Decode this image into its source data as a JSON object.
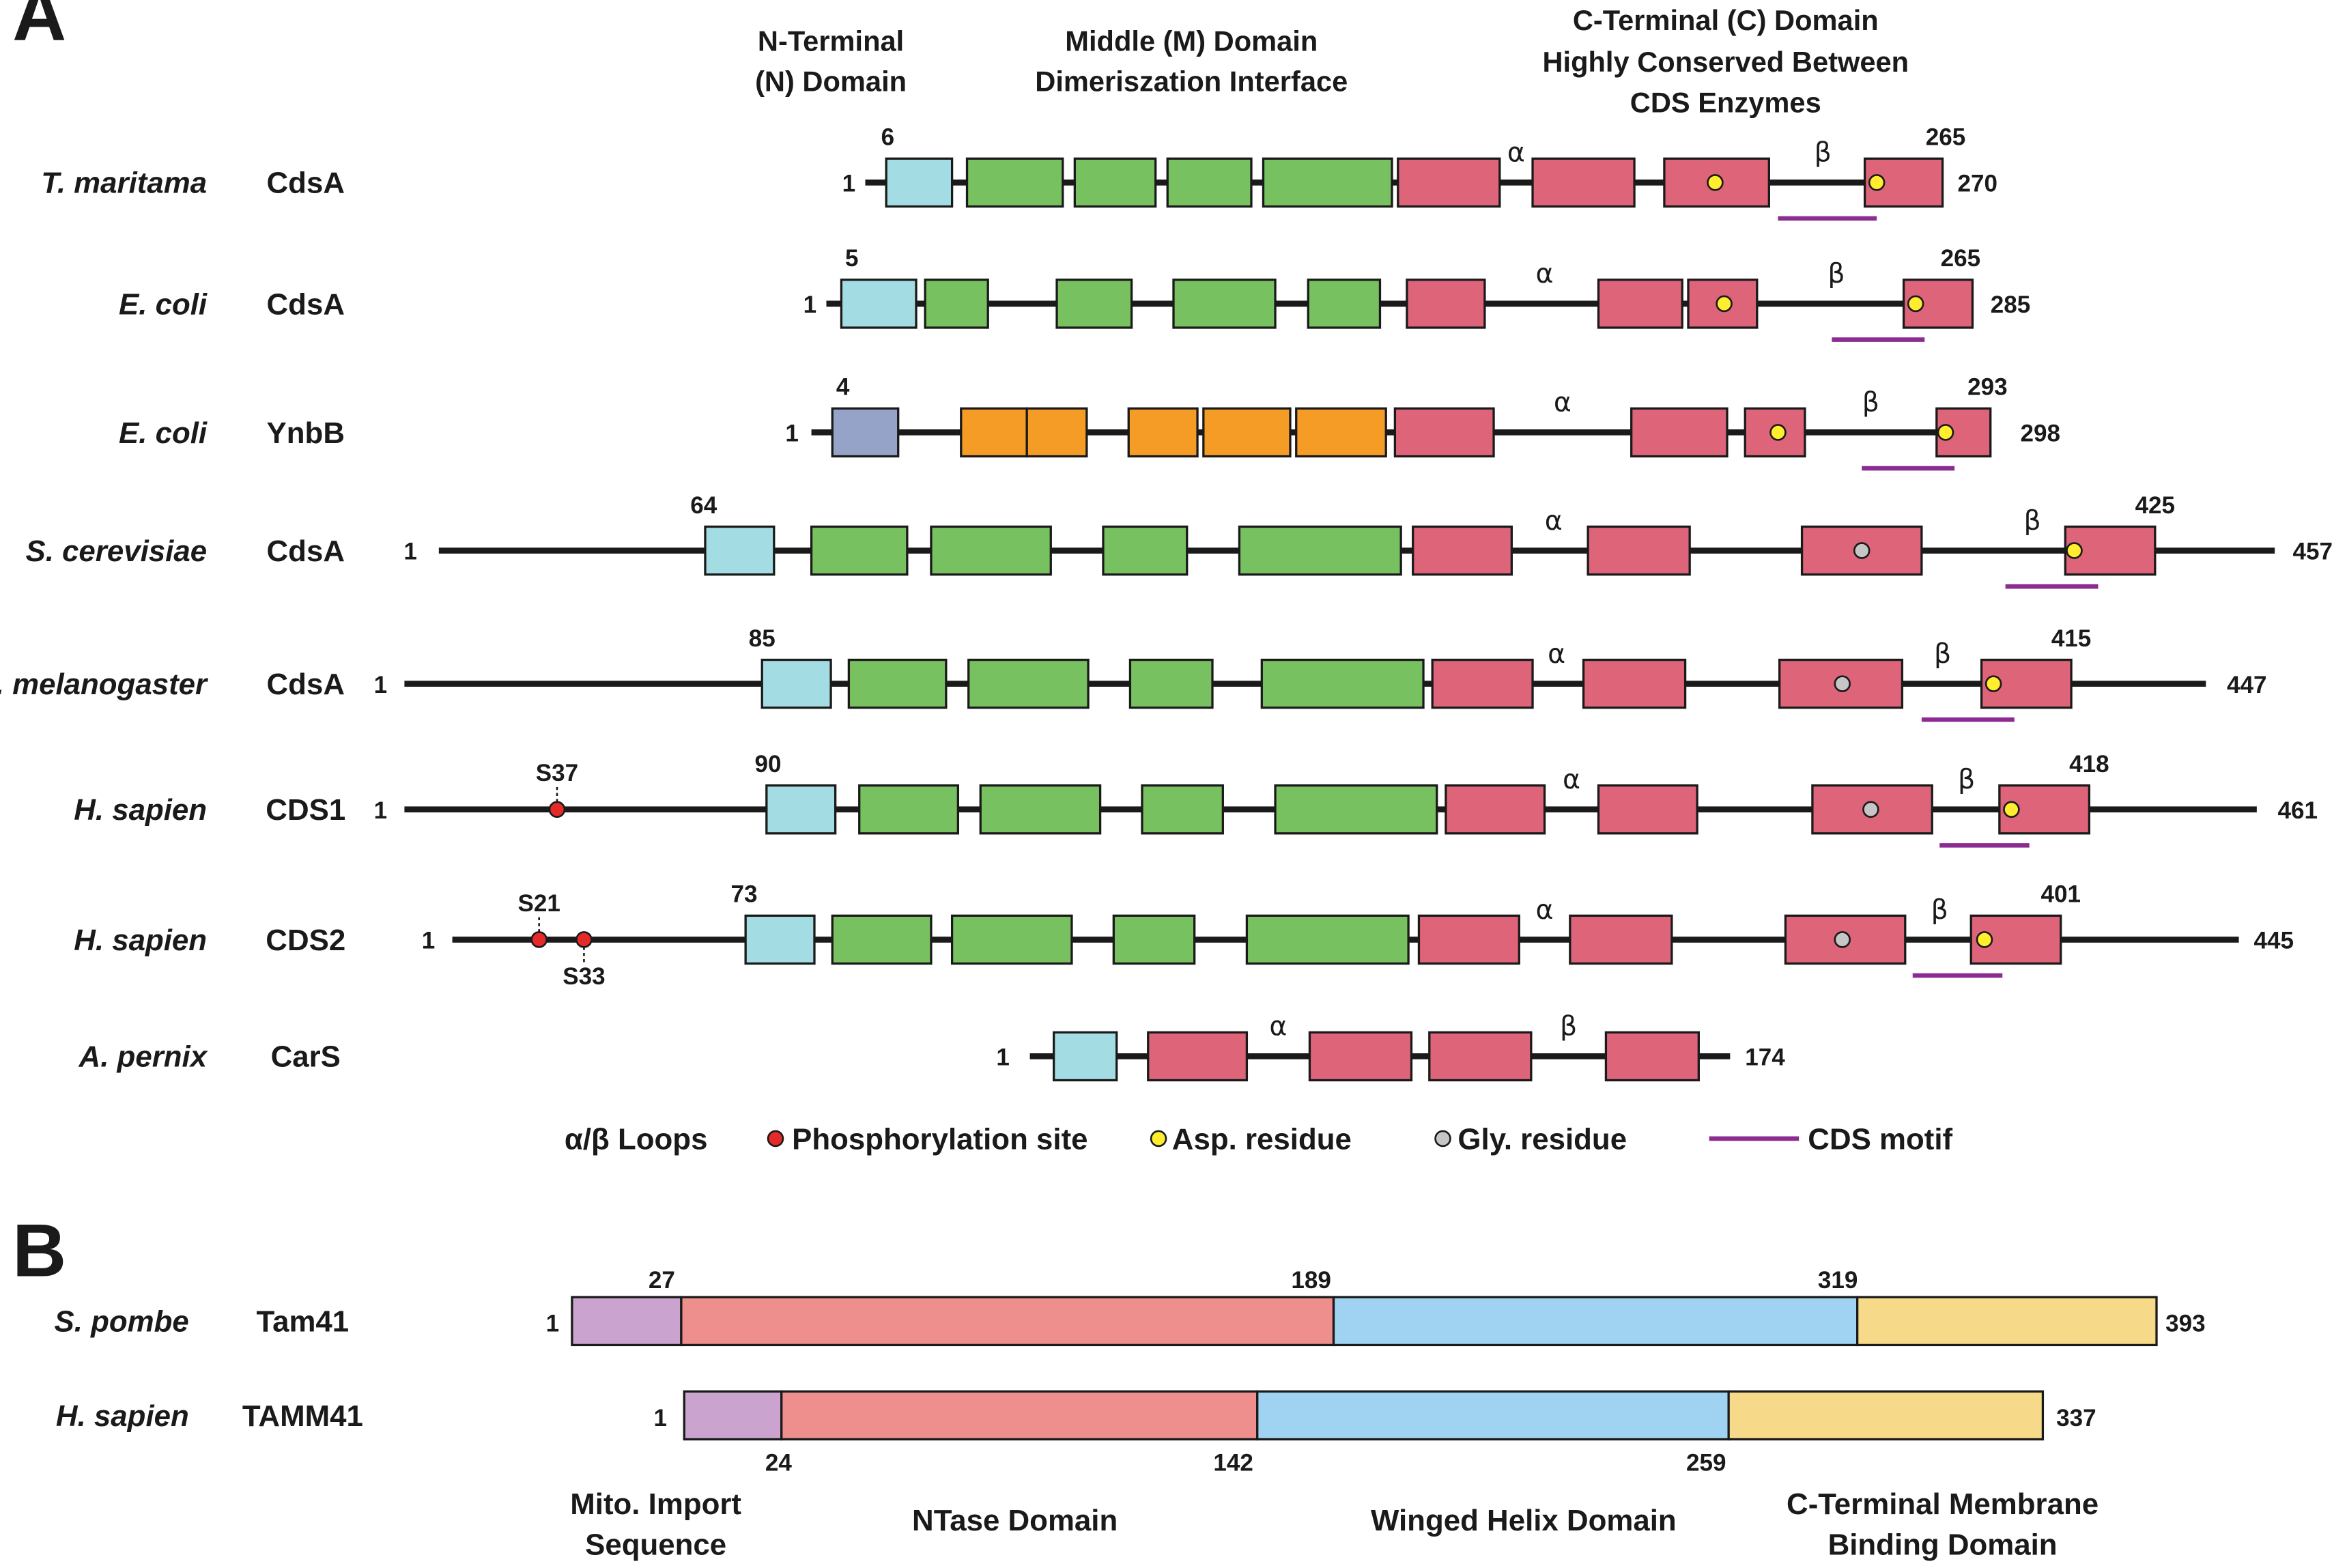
{
  "panels": {
    "a": "A",
    "b": "B"
  },
  "colors": {
    "n_domain": "#a3dde3",
    "m_domain": "#78c160",
    "c_domain": "#dd6479",
    "ynbb_n": "#95a3c8",
    "ynbb_m": "#f59c27",
    "asp": "#ffed2e",
    "gly": "#c6c6c6",
    "phos": "#e52a2a",
    "cds_motif": "#8a2c91",
    "mito": "#cba3cf",
    "ntase": "#ee8f8d",
    "winged_helix": "#9fd3f1",
    "cterm_membrane": "#f6da89"
  },
  "headers": {
    "n_domain": {
      "line1": "N-Terminal",
      "line2": "(N) Domain",
      "color": "#1f3f9a"
    },
    "m_domain": {
      "line1": "Middle (M) Domain",
      "line2": "Dimeriszation Interface",
      "color": "#12773a"
    },
    "c_domain": {
      "line1": "C-Terminal (C) Domain",
      "line2": "Highly Conserved Between",
      "line3": "CDS Enzymes",
      "color": "#7d1418"
    }
  },
  "loops": {
    "alpha": "α",
    "beta": "β"
  },
  "proteins": [
    {
      "species": "T. maritama",
      "gene": "CdsA",
      "start": "1",
      "end": "270",
      "n_pos": "6",
      "c_pos": "265"
    },
    {
      "species": "E. coli",
      "gene": "CdsA",
      "start": "1",
      "end": "285",
      "n_pos": "5",
      "c_pos": "265"
    },
    {
      "species": "E. coli",
      "gene": "YnbB",
      "start": "1",
      "end": "298",
      "n_pos": "4",
      "c_pos": "293"
    },
    {
      "species": "S. cerevisiae",
      "gene": "CdsA",
      "start": "1",
      "end": "457",
      "n_pos": "64",
      "c_pos": "425"
    },
    {
      "species": "D. melanogaster",
      "gene": "CdsA",
      "start": "1",
      "end": "447",
      "n_pos": "85",
      "c_pos": "415"
    },
    {
      "species": "H. sapien",
      "gene": "CDS1",
      "start": "1",
      "end": "461",
      "n_pos": "90",
      "c_pos": "418",
      "phos": [
        "S37"
      ]
    },
    {
      "species": "H. sapien",
      "gene": "CDS2",
      "start": "1",
      "end": "445",
      "n_pos": "73",
      "c_pos": "401",
      "phos": [
        "S21",
        "S33"
      ]
    },
    {
      "species": "A. pernix",
      "gene": "CarS",
      "start": "1",
      "end": "174"
    }
  ],
  "legend": {
    "loops": "α/β  Loops",
    "phos": "Phosphorylation site",
    "asp": "Asp. residue",
    "gly": "Gly. residue",
    "motif": "CDS motif"
  },
  "panel_b": {
    "tam41": {
      "species": "S. pombe",
      "gene": "Tam41",
      "start": "1",
      "end": "393",
      "b1": "27",
      "b2": "189",
      "b3": "319"
    },
    "tamm41": {
      "species": "H. sapien",
      "gene": "TAMM41",
      "start": "1",
      "end": "337",
      "b1": "24",
      "b2": "142",
      "b3": "259"
    },
    "domains": {
      "mito": {
        "line1": "Mito. Import",
        "line2": "Sequence",
        "color": "#5a2c72"
      },
      "ntase": {
        "line1": "NTase Domain",
        "color": "#a42a2a"
      },
      "winged": {
        "line1": "Winged Helix Domain",
        "color": "#2879a4"
      },
      "cterm": {
        "line1": "C-Terminal Membrane",
        "line2": "Binding Domain",
        "color": "#9b7a2a"
      }
    }
  }
}
